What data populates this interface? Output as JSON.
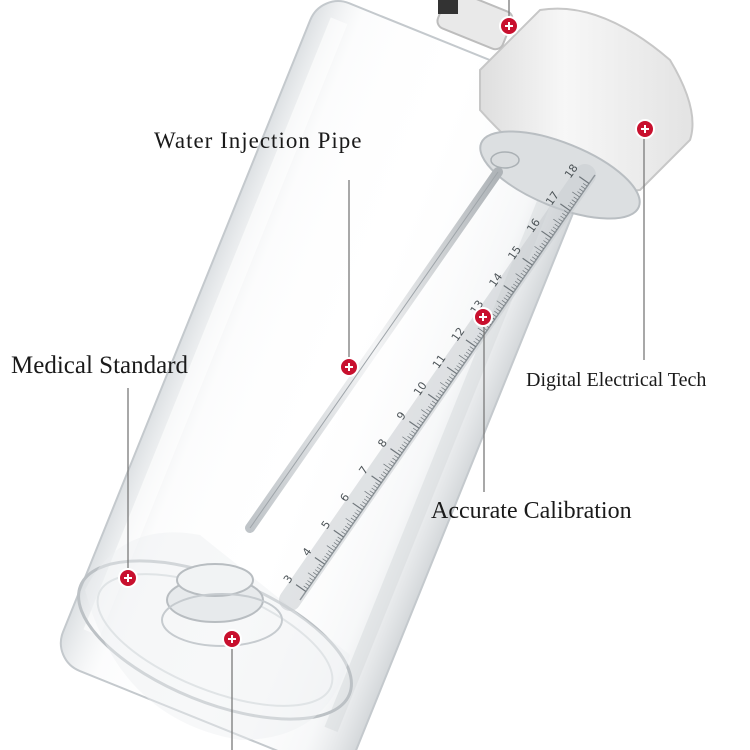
{
  "labels": {
    "water_injection_pipe": "Water Injection Pipe",
    "medical_standard": "Medical Standard",
    "digital_electrical_tech": "Digital Electrical Tech",
    "accurate_calibration": "Accurate Calibration"
  },
  "scale": {
    "numbers": [
      "3",
      "4",
      "5",
      "6",
      "7",
      "8",
      "9",
      "10",
      "11",
      "12",
      "13",
      "14",
      "15",
      "16",
      "17",
      "18"
    ]
  },
  "colors": {
    "marker_red": "#c8102e",
    "leader_line": "#7a7a7a",
    "cap_white": "#f4f4f4",
    "glass_edge": "#c9cdd1"
  },
  "icons": {
    "marker": "plus-circle-icon"
  }
}
